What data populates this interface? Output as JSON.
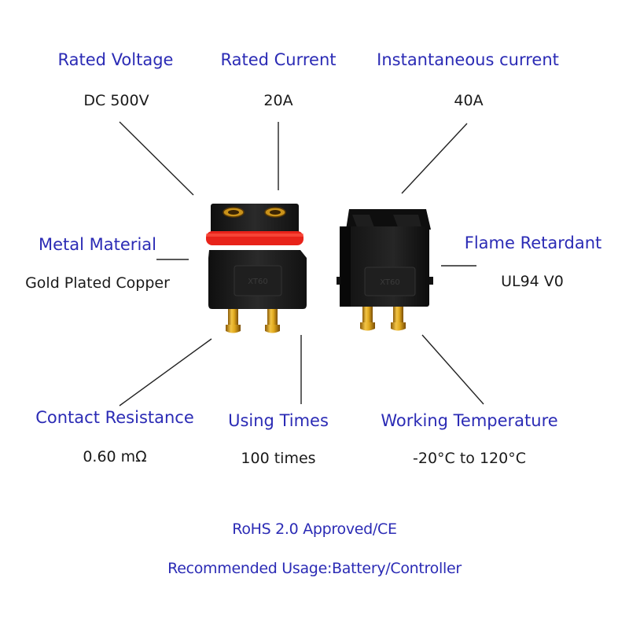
{
  "specs": {
    "rated_voltage": {
      "label": "Rated Voltage",
      "value": "DC 500V"
    },
    "rated_current": {
      "label": "Rated Current",
      "value": "20A"
    },
    "instantaneous_current": {
      "label": "Instantaneous current",
      "value": "40A"
    },
    "metal_material": {
      "label": "Metal Material",
      "value": "Gold Plated Copper"
    },
    "flame_retardant": {
      "label": "Flame Retardant",
      "value": "UL94 V0"
    },
    "contact_resistance": {
      "label": "Contact Resistance",
      "value": "0.60 mΩ"
    },
    "using_times": {
      "label": "Using Times",
      "value": "100 times"
    },
    "working_temperature": {
      "label": "Working Temperature",
      "value": "-20°C to 120°C"
    }
  },
  "footer": {
    "rohs": "RoHS 2.0 Approved/CE",
    "usage": "Recommended Usage:Battery/Controller"
  },
  "colors": {
    "label": "#2b2bb5",
    "value": "#1a1a1a",
    "housing": "#1c1c1c",
    "ring": "#e8231a",
    "gold": "#d9a21b"
  }
}
